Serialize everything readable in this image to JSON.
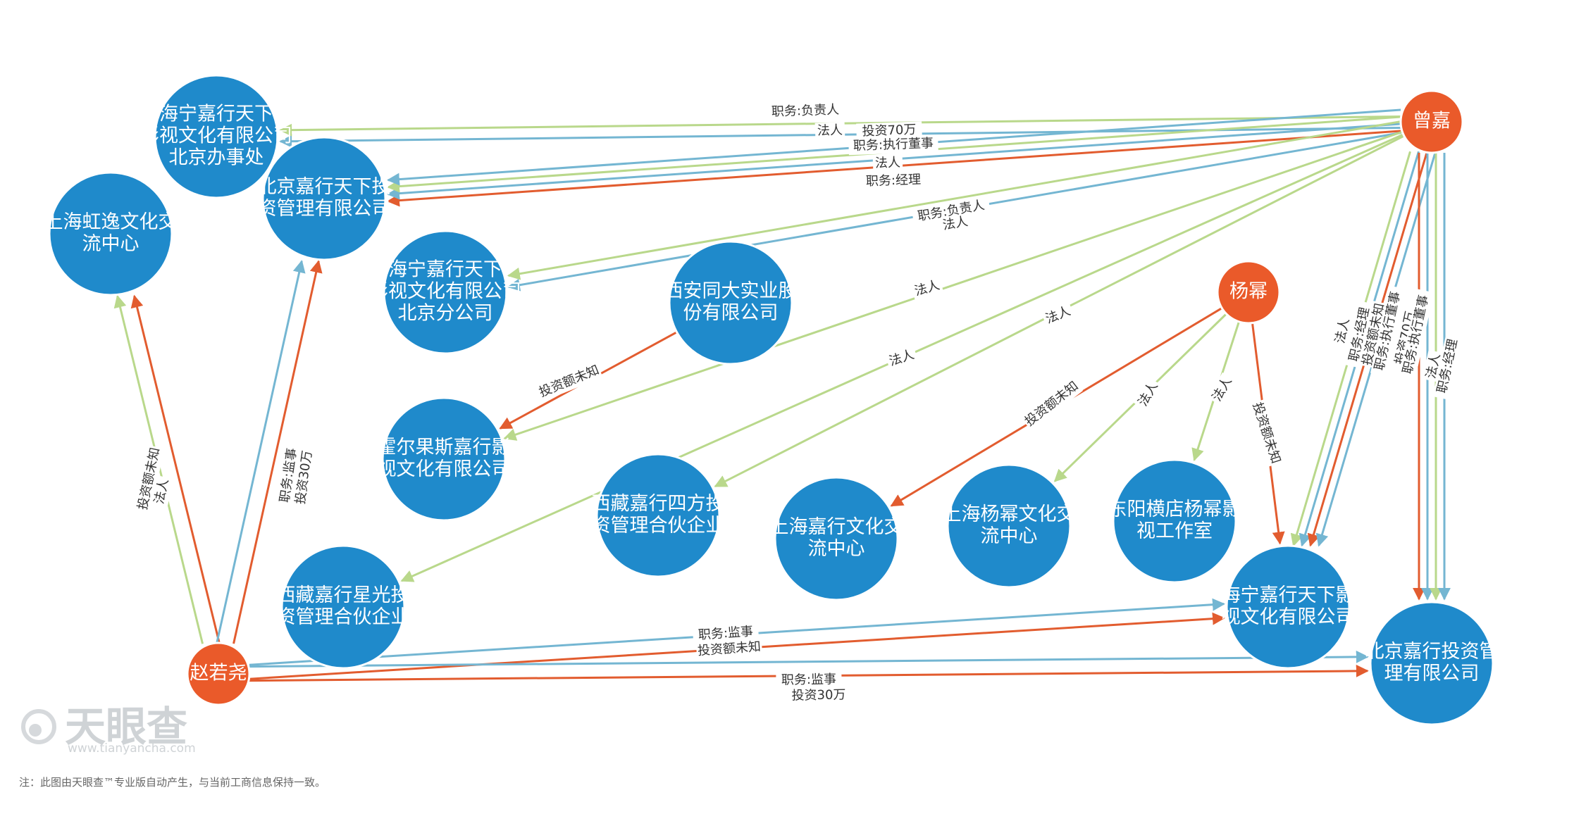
{
  "colors": {
    "company": "#1f8acb",
    "person": "#ea5a2a",
    "legal_rep": "#b9d88b",
    "position": "#74b6d2",
    "investment": "#e25c2f"
  },
  "nodes": [
    {
      "id": "hn_bj_office",
      "type": "company",
      "lines": [
        "海宁嘉行天下",
        "影视文化有限公司",
        "北京办事处"
      ]
    },
    {
      "id": "bj_jx_tx",
      "type": "company",
      "lines": [
        "北京嘉行天下投",
        "资管理有限公司"
      ]
    },
    {
      "id": "sh_hy",
      "type": "company",
      "lines": [
        "上海虹逸文化交",
        "流中心"
      ]
    },
    {
      "id": "hn_bj_branch",
      "type": "company",
      "lines": [
        "海宁嘉行天下",
        "影视文化有限公司",
        "北京分公司"
      ]
    },
    {
      "id": "xa_td",
      "type": "company",
      "lines": [
        "西安同大实业股",
        "份有限公司"
      ]
    },
    {
      "id": "hegs",
      "type": "company",
      "lines": [
        "霍尔果斯嘉行影",
        "视文化有限公司"
      ]
    },
    {
      "id": "xz_sf",
      "type": "company",
      "lines": [
        "西藏嘉行四方投",
        "资管理合伙企业"
      ]
    },
    {
      "id": "xz_xg",
      "type": "company",
      "lines": [
        "西藏嘉行星光投",
        "资管理合伙企业"
      ]
    },
    {
      "id": "sh_jx",
      "type": "company",
      "lines": [
        "上海嘉行文化交",
        "流中心"
      ]
    },
    {
      "id": "sh_ym",
      "type": "company",
      "lines": [
        "上海杨幂文化交",
        "流中心"
      ]
    },
    {
      "id": "dy_hd",
      "type": "company",
      "lines": [
        "东阳横店杨幂影",
        "视工作室"
      ]
    },
    {
      "id": "hn_jx",
      "type": "company",
      "lines": [
        "海宁嘉行天下影",
        "视文化有限公司"
      ]
    },
    {
      "id": "bj_jx_invest",
      "type": "company",
      "lines": [
        "北京嘉行投资管",
        "理有限公司"
      ]
    },
    {
      "id": "zeng_jia",
      "type": "person",
      "lines": [
        "曾嘉"
      ]
    },
    {
      "id": "yang_mi",
      "type": "person",
      "lines": [
        "杨幂"
      ]
    },
    {
      "id": "zhao_ry",
      "type": "person",
      "lines": [
        "赵若尧"
      ]
    }
  ],
  "edges": [
    {
      "from": "zeng_jia",
      "to": "hn_bj_office",
      "kind": "position"
    },
    {
      "from": "zeng_jia",
      "to": "hn_bj_office",
      "kind": "legal_rep"
    },
    {
      "from": "zeng_jia",
      "to": "bj_jx_tx",
      "kind": "investment"
    },
    {
      "from": "zeng_jia",
      "to": "bj_jx_tx",
      "kind": "position"
    },
    {
      "from": "zeng_jia",
      "to": "bj_jx_tx",
      "kind": "legal_rep"
    },
    {
      "from": "zeng_jia",
      "to": "bj_jx_tx",
      "kind": "position"
    },
    {
      "from": "zeng_jia",
      "to": "hn_bj_branch",
      "kind": "position"
    },
    {
      "from": "zeng_jia",
      "to": "hn_bj_branch",
      "kind": "legal_rep"
    },
    {
      "from": "zeng_jia",
      "to": "hegs",
      "kind": "legal_rep"
    },
    {
      "from": "zeng_jia",
      "to": "xz_sf",
      "kind": "legal_rep"
    },
    {
      "from": "zeng_jia",
      "to": "xz_xg",
      "kind": "legal_rep"
    },
    {
      "from": "zeng_jia",
      "to": "hn_jx",
      "kind": "legal_rep"
    },
    {
      "from": "zeng_jia",
      "to": "hn_jx",
      "kind": "position"
    },
    {
      "from": "zeng_jia",
      "to": "hn_jx",
      "kind": "investment"
    },
    {
      "from": "zeng_jia",
      "to": "hn_jx",
      "kind": "position"
    },
    {
      "from": "zeng_jia",
      "to": "bj_jx_invest",
      "kind": "investment"
    },
    {
      "from": "zeng_jia",
      "to": "bj_jx_invest",
      "kind": "position"
    },
    {
      "from": "zeng_jia",
      "to": "bj_jx_invest",
      "kind": "legal_rep"
    },
    {
      "from": "zeng_jia",
      "to": "bj_jx_invest",
      "kind": "position"
    },
    {
      "from": "xa_td",
      "to": "hegs",
      "kind": "investment"
    },
    {
      "from": "yang_mi",
      "to": "sh_jx",
      "kind": "investment"
    },
    {
      "from": "yang_mi",
      "to": "sh_ym",
      "kind": "legal_rep"
    },
    {
      "from": "yang_mi",
      "to": "dy_hd",
      "kind": "legal_rep"
    },
    {
      "from": "yang_mi",
      "to": "hn_jx",
      "kind": "investment"
    },
    {
      "from": "zhao_ry",
      "to": "sh_hy",
      "kind": "legal_rep"
    },
    {
      "from": "zhao_ry",
      "to": "sh_hy",
      "kind": "investment"
    },
    {
      "from": "zhao_ry",
      "to": "bj_jx_tx",
      "kind": "position"
    },
    {
      "from": "zhao_ry",
      "to": "bj_jx_tx",
      "kind": "investment"
    },
    {
      "from": "zhao_ry",
      "to": "hn_jx",
      "kind": "position"
    },
    {
      "from": "zhao_ry",
      "to": "hn_jx",
      "kind": "investment"
    },
    {
      "from": "zhao_ry",
      "to": "bj_jx_invest",
      "kind": "position"
    },
    {
      "from": "zhao_ry",
      "to": "bj_jx_invest",
      "kind": "investment"
    }
  ],
  "edge_labels": [
    {
      "text": "职务:负责人"
    },
    {
      "text": "法人"
    },
    {
      "text": "投资70万"
    },
    {
      "text": "职务:执行董事"
    },
    {
      "text": "法人"
    },
    {
      "text": "职务:经理"
    },
    {
      "text": "职务:负责人"
    },
    {
      "text": "法人"
    },
    {
      "text": "法人"
    },
    {
      "text": "法人"
    },
    {
      "text": "法人"
    },
    {
      "text": "投资额未知"
    },
    {
      "text": "投资额未知"
    },
    {
      "text": "法人"
    },
    {
      "text": "法人"
    },
    {
      "text": "投资额未知"
    },
    {
      "text": "投资额未知"
    },
    {
      "text": "法人"
    },
    {
      "text": "职务:监事"
    },
    {
      "text": "投资30万"
    },
    {
      "text": "职务:监事"
    },
    {
      "text": "投资额未知"
    },
    {
      "text": "职务:监事"
    },
    {
      "text": "投资30万"
    },
    {
      "text": "法人"
    },
    {
      "text": "职务:经理"
    },
    {
      "text": "投资额未知"
    },
    {
      "text": "职务:执行董事"
    },
    {
      "text": "投资70万"
    },
    {
      "text": "职务:执行董事"
    },
    {
      "text": "法人"
    },
    {
      "text": "职务:经理"
    }
  ],
  "logo": {
    "brand": "天眼查",
    "url": "www.tianyancha.com"
  },
  "footnote": "注：此图由天眼查™专业版自动产生，与当前工商信息保持一致。"
}
